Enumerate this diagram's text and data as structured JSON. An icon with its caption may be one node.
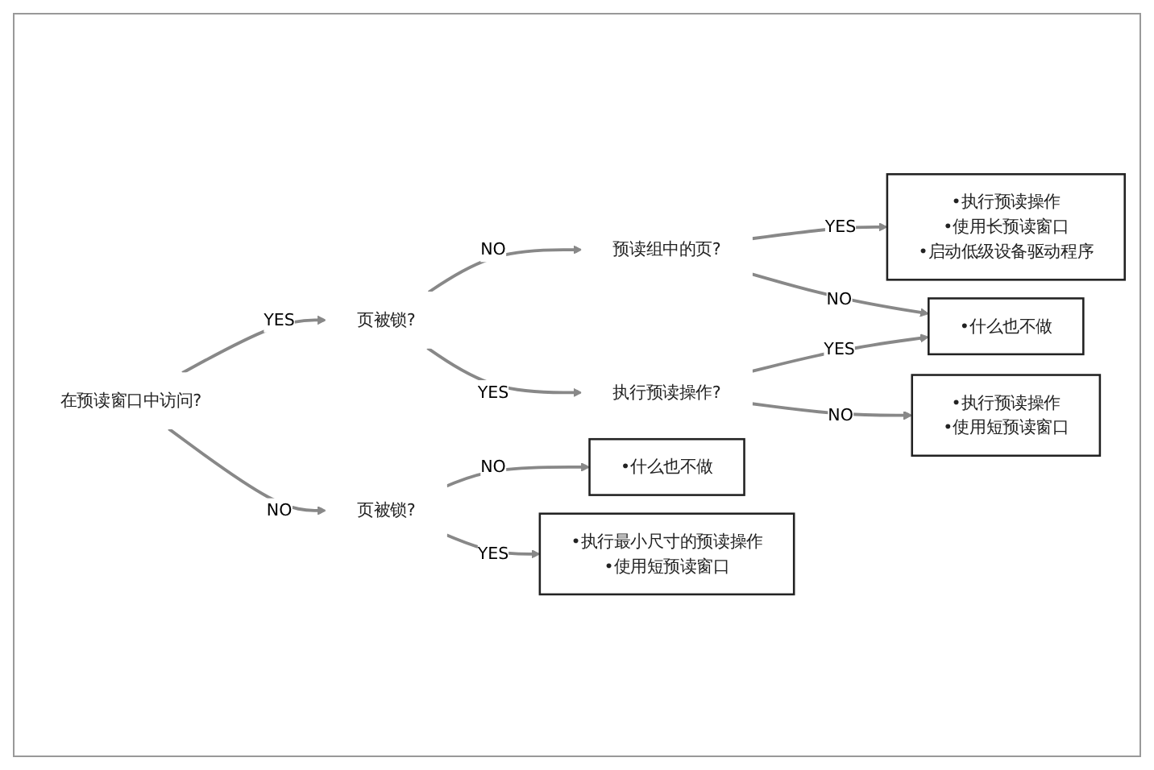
{
  "diagram": {
    "nodes": [
      {
        "text": [
          "在预读窗口中访问?"
        ]
      },
      {
        "text": [
          "页被锁?"
        ]
      },
      {
        "text": [
          "页被锁?"
        ]
      },
      {
        "text": [
          "预读组中的页?"
        ]
      },
      {
        "text": [
          "执行预读操作?"
        ]
      },
      {
        "text": [
          "•执行预读操作",
          "•使用长预读窗口",
          "•启动低级设备驱动程序"
        ]
      },
      {
        "text": [
          "•什么也不做"
        ]
      },
      {
        "text": [
          "•执行预读操作",
          "•使用短预读窗口"
        ]
      },
      {
        "text": [
          "•什么也不做"
        ]
      },
      {
        "text": [
          "•执行最小尺寸的预读操作",
          "•使用短预读窗口"
        ]
      }
    ],
    "edges": [
      {
        "from": 0,
        "to": 1,
        "arrow": "to",
        "label": "YES"
      },
      {
        "from": 0,
        "to": 2,
        "arrow": "to",
        "label": "NO"
      },
      {
        "from": 1,
        "to": 3,
        "arrow": "to",
        "label": "NO"
      },
      {
        "from": 1,
        "to": 4,
        "arrow": "to",
        "label": "YES"
      },
      {
        "from": 3,
        "to": 5,
        "arrow": "to",
        "label": "YES"
      },
      {
        "from": 3,
        "to": 6,
        "arrow": "to",
        "label": "NO"
      },
      {
        "from": 4,
        "to": 6,
        "arrow": "to",
        "label": "YES"
      },
      {
        "from": 4,
        "to": 7,
        "arrow": "to",
        "label": "NO"
      },
      {
        "from": 2,
        "to": 8,
        "arrow": "to",
        "label": "NO"
      },
      {
        "from": 2,
        "to": 9,
        "arrow": "to",
        "label": "YES"
      }
    ]
  }
}
